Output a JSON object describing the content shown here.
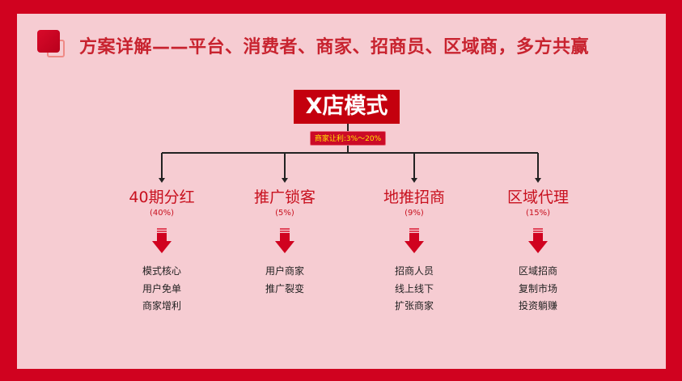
{
  "title": "方案详解——平台、消费者、商家、招商员、区域商，多方共赢",
  "root": {
    "label": "X店模式",
    "badge": "商家让利:3%～20%"
  },
  "colors": {
    "primary": "#d0021f",
    "background": "#f6ccd2",
    "badge_text": "#ffe600"
  },
  "branches": [
    {
      "title": "40期分红",
      "pct": "(40%)",
      "items": [
        "模式核心",
        "用户免单",
        "商家增利"
      ]
    },
    {
      "title": "推广锁客",
      "pct": "(5%)",
      "items": [
        "用户商家",
        "推广裂变"
      ]
    },
    {
      "title": "地推招商",
      "pct": "(9%)",
      "items": [
        "招商人员",
        "线上线下",
        "扩张商家"
      ]
    },
    {
      "title": "区域代理",
      "pct": "(15%)",
      "items": [
        "区域招商",
        "复制市场",
        "投资躺赚"
      ]
    }
  ]
}
